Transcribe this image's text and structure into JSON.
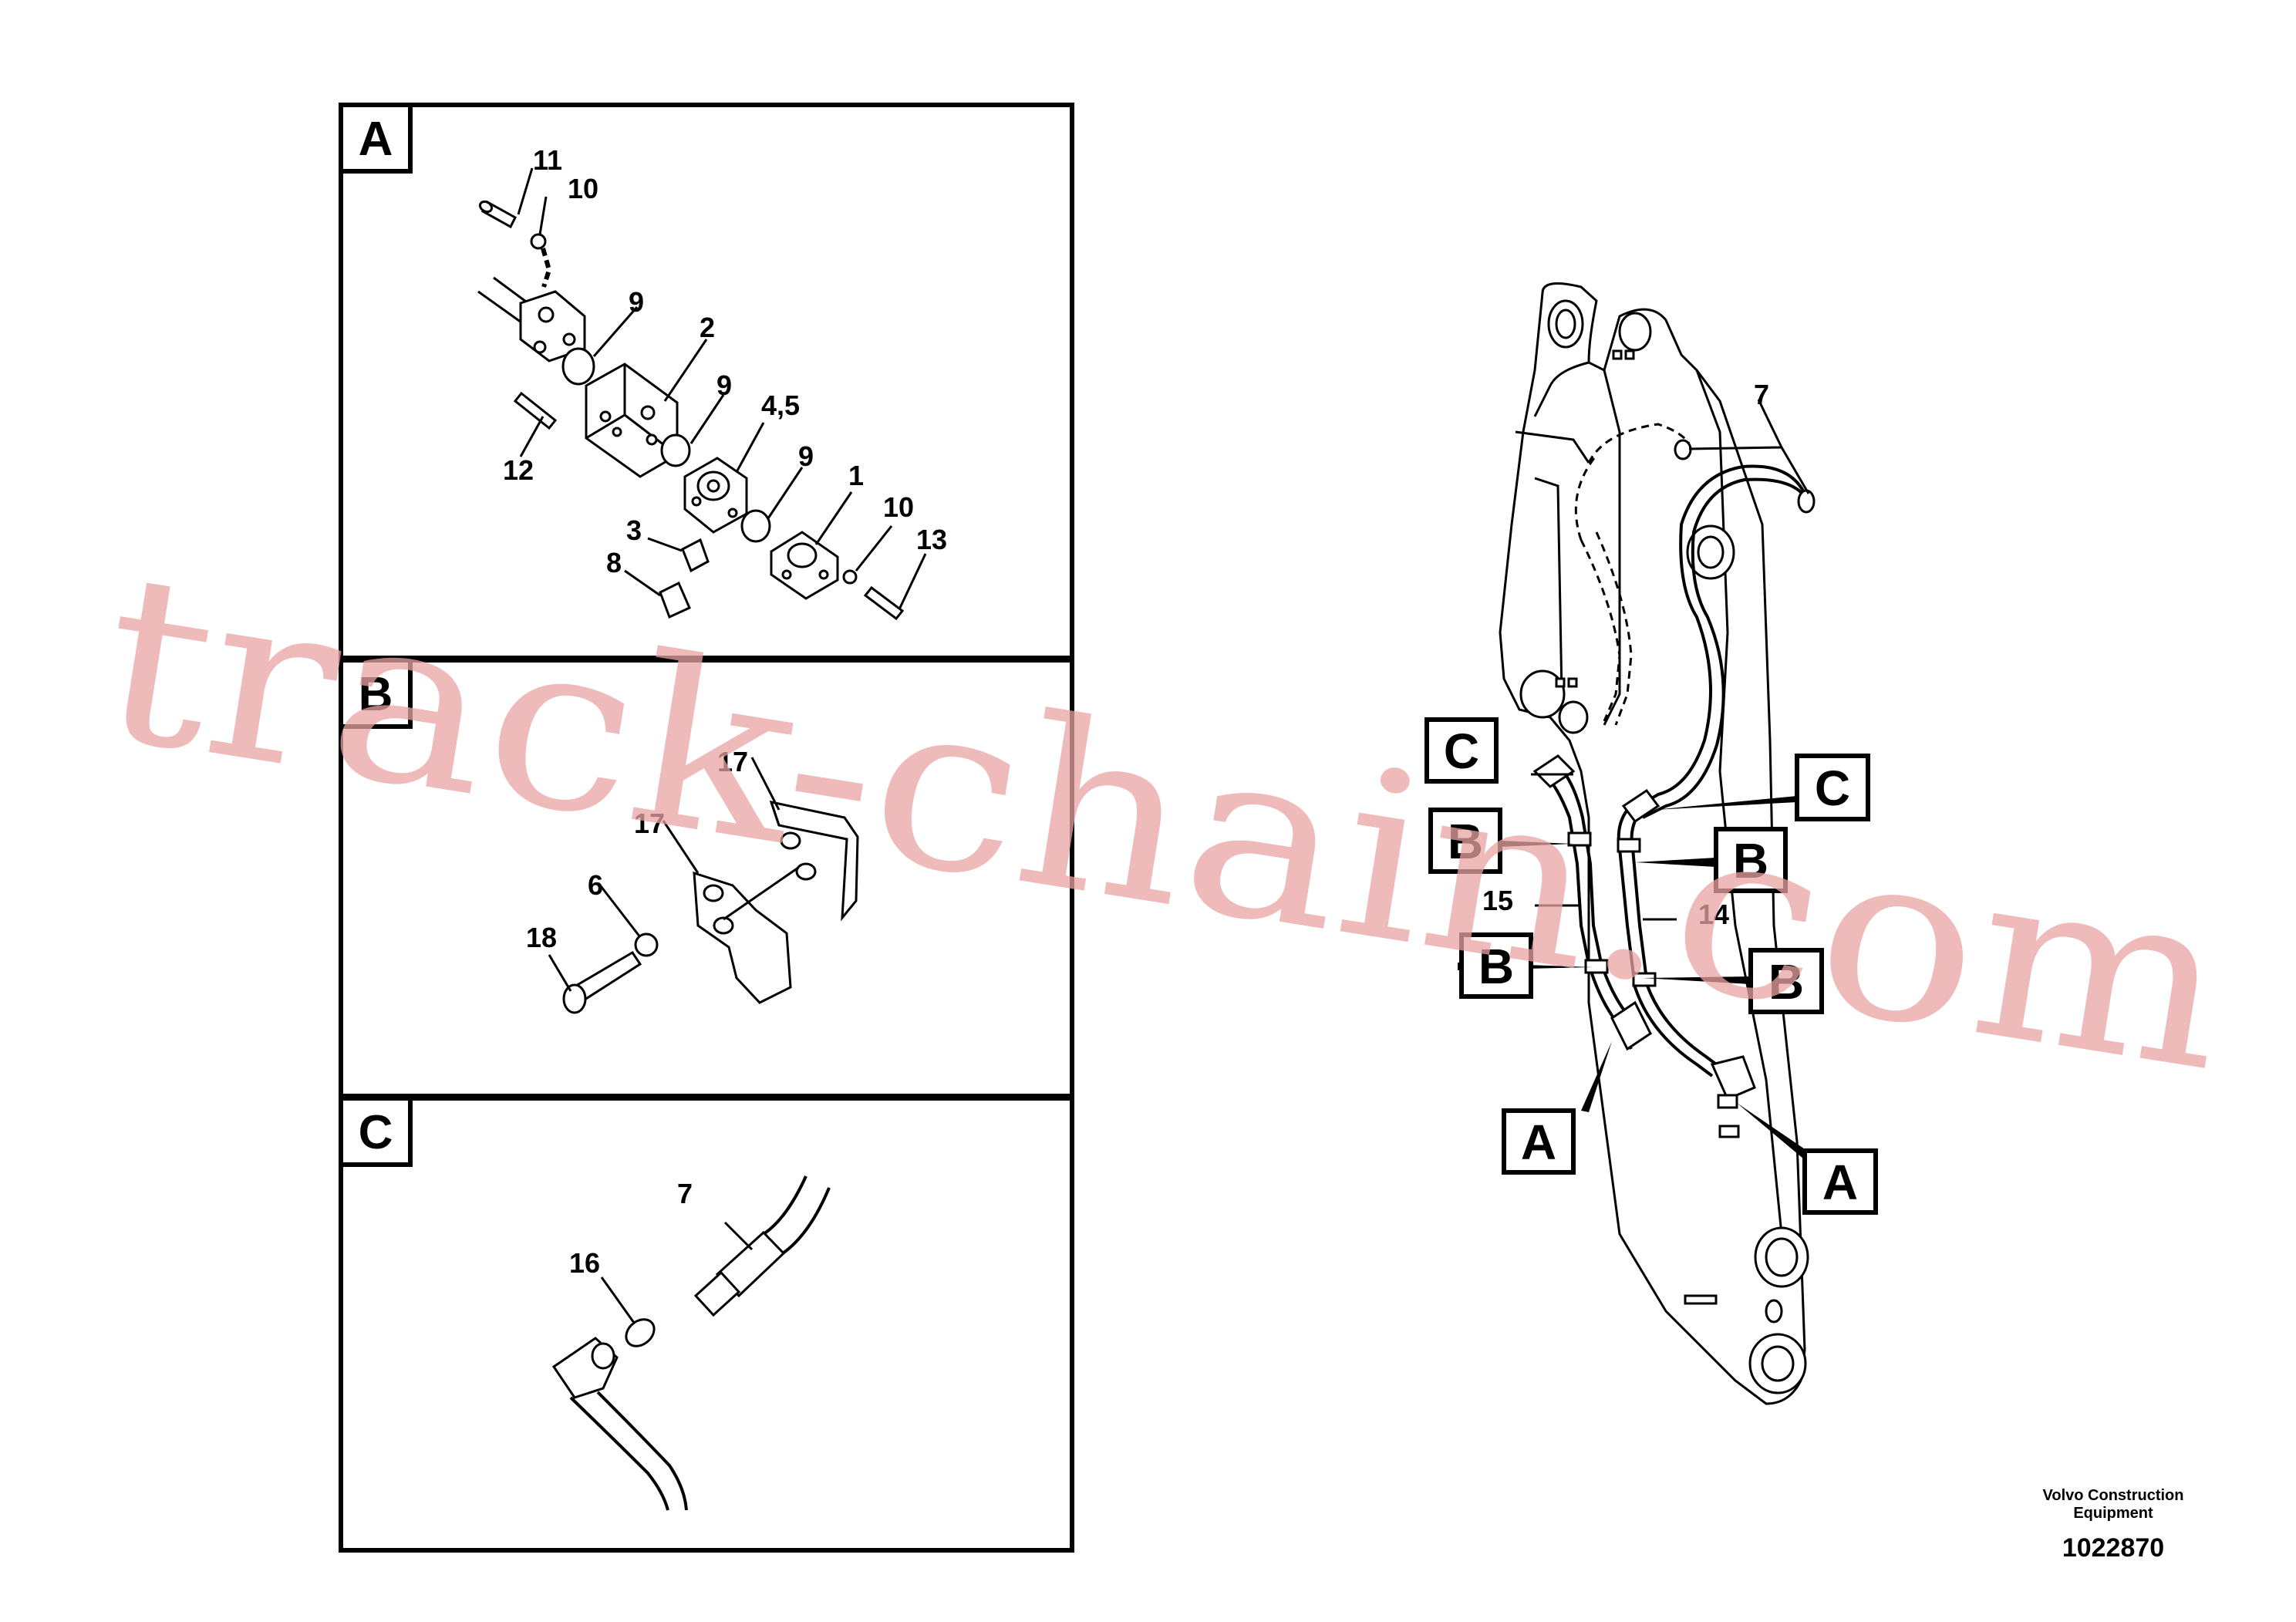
{
  "panels": {
    "A": {
      "letter": "A",
      "labels": {
        "p11": "11",
        "p10a": "10",
        "p9a": "9",
        "p2": "2",
        "p9b": "9",
        "p45": "4,5",
        "p9c": "9",
        "p1": "1",
        "p10b": "10",
        "p13": "13",
        "p12": "12",
        "p3": "3",
        "p8": "8"
      }
    },
    "B": {
      "letter": "B",
      "labels": {
        "p17a": "17",
        "p17b": "17",
        "p6": "6",
        "p18": "18"
      }
    },
    "C": {
      "letter": "C",
      "labels": {
        "p7": "7",
        "p16": "16"
      }
    }
  },
  "main_view": {
    "labels": {
      "p7": "7",
      "p15": "15",
      "p14": "14"
    },
    "callouts": {
      "c1": "C",
      "c2": "C",
      "b1": "B",
      "b2": "B",
      "b3": "B",
      "b4": "B",
      "a1": "A",
      "a2": "A"
    }
  },
  "footer": {
    "company_line1": "Volvo Construction",
    "company_line2": "Equipment",
    "drawing_number": "1022870"
  },
  "watermark": {
    "text": "track-chain.com",
    "color": "#e8a3a3"
  }
}
